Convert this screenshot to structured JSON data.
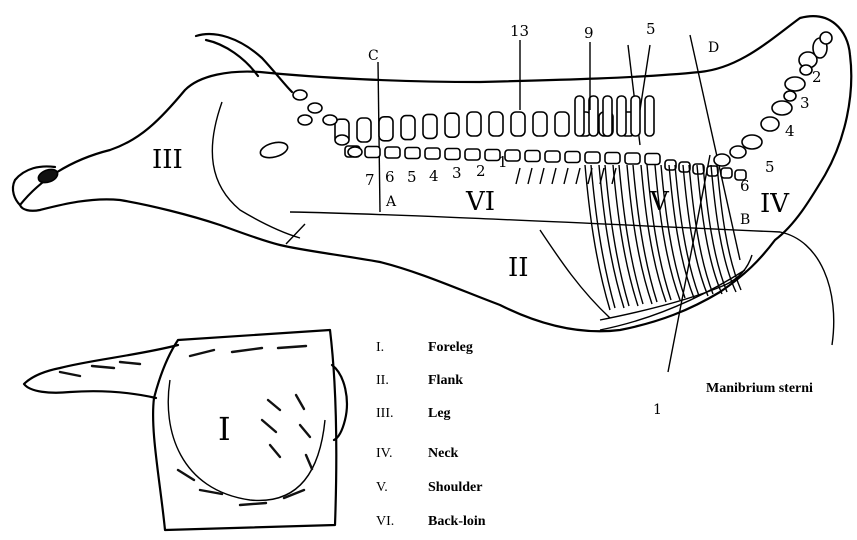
{
  "diagram": {
    "region_labels": {
      "leg": "III",
      "back_loin": "VI",
      "shoulder": "V",
      "neck": "IV",
      "flank": "II",
      "foreleg": "I"
    },
    "cut_line_labels": {
      "c": "C",
      "d": "D",
      "a": "A",
      "b": "B",
      "one": "1"
    },
    "top_numbers": [
      "13",
      "9",
      "5"
    ],
    "lumbar_numbers": [
      "7",
      "6",
      "5",
      "4",
      "3",
      "2",
      "1"
    ],
    "neck_numbers": [
      "2",
      "3",
      "4",
      "5",
      "6"
    ],
    "annotation": "Manibrium sterni"
  },
  "legend": [
    {
      "key": "I.",
      "value": "Foreleg"
    },
    {
      "key": "II.",
      "value": "Flank"
    },
    {
      "key": "III.",
      "value": "Leg"
    },
    {
      "key": "IV.",
      "value": "Neck"
    },
    {
      "key": "V.",
      "value": "Shoulder"
    },
    {
      "key": "VI.",
      "value": "Back-loin"
    }
  ]
}
